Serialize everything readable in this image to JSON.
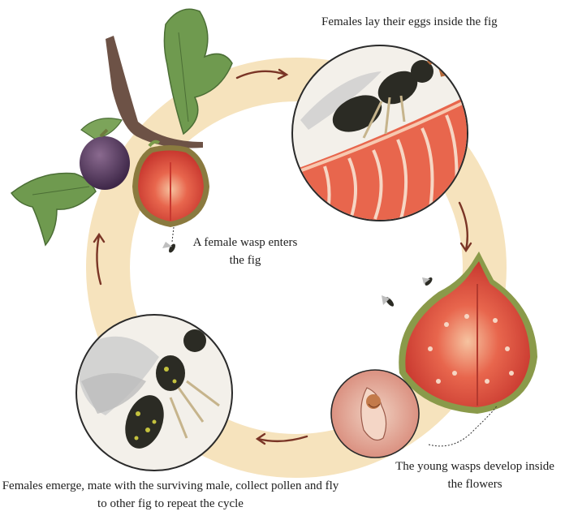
{
  "labels": {
    "stage_lay_eggs": "Females lay their eggs inside the fig",
    "stage_enter": "A female wasp enters the fig",
    "stage_develop": "The young wasps develop inside the flowers",
    "stage_emerge": "Females emerge, mate with the surviving male, collect pollen and fly to other fig to repeat the cycle"
  },
  "colors": {
    "cycle_ring": "#f6e3bd",
    "arrow": "#7a3526",
    "fig_flesh": "#e0523f",
    "fig_skin_purple": "#5a3b63",
    "leaf_green": "#6f9a4f",
    "wasp_body": "#2b2b24"
  }
}
